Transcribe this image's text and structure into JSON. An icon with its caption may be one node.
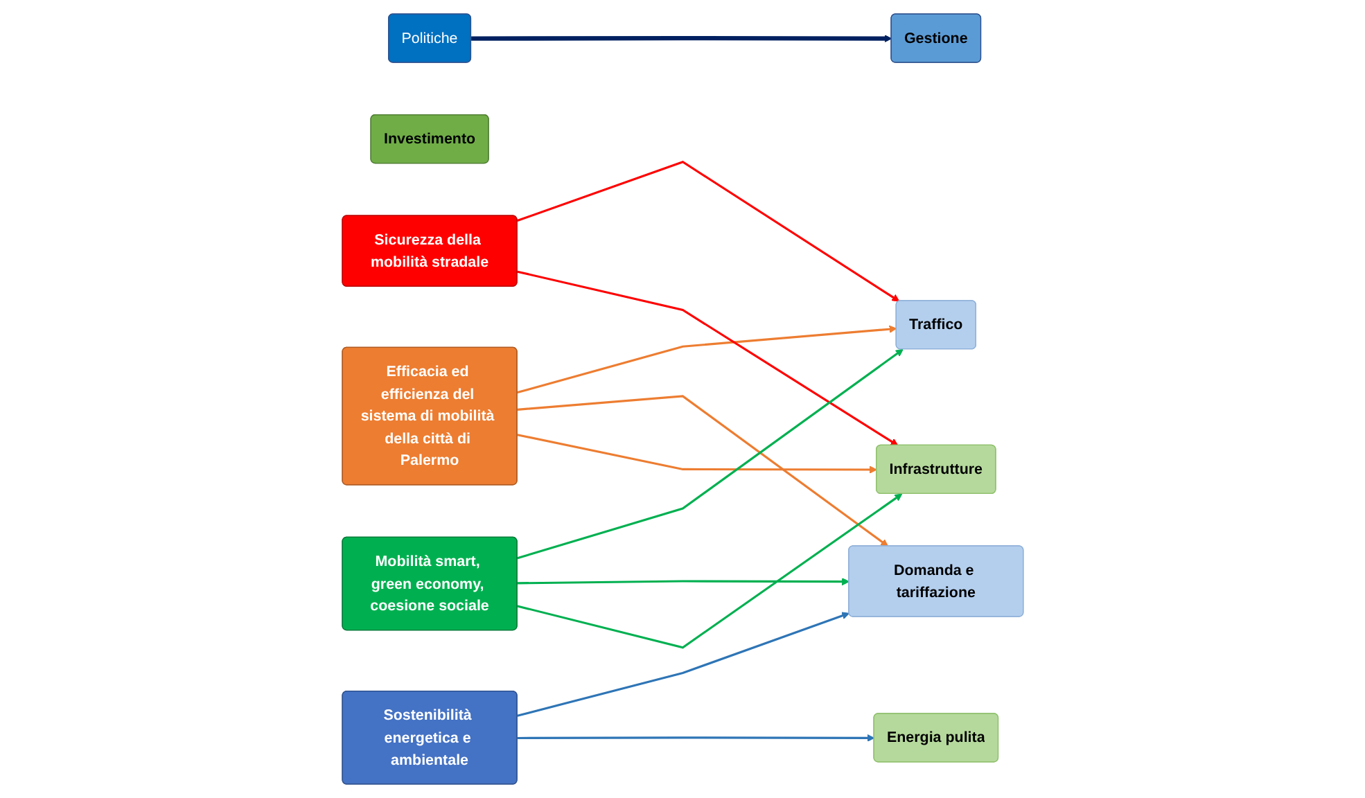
{
  "diagram": {
    "nodes": [
      {
        "text": [
          "Politiche"
        ]
      },
      {
        "text": [
          "Gestione"
        ]
      },
      {
        "text": [
          "Traffico"
        ]
      },
      {
        "text": [
          "Domanda e tariffazione"
        ]
      },
      {
        "text": [
          "Investimento"
        ]
      },
      {
        "text": [
          "Infrastrutture"
        ]
      },
      {
        "text": [
          "Energia pulita"
        ]
      },
      {
        "text": [
          "Efficacia ed efficienza del sistema di mobilità della città di Palermo"
        ]
      },
      {
        "text": [
          "Sostenibilità energetica e ambientale"
        ]
      },
      {
        "text": [
          "Sicurezza della mobilità stradale"
        ]
      },
      {
        "text": [
          "Mobilità smart, green economy, coesione sociale"
        ]
      }
    ],
    "edges": [
      {
        "from": 0,
        "to": 1,
        "arrow": "to",
        "style": "thick",
        "color": "#002060"
      },
      {
        "from": 7,
        "to": 2,
        "arrow": "to",
        "color": "#ed7d31"
      },
      {
        "from": 7,
        "to": 3,
        "arrow": "to",
        "color": "#ed7d31"
      },
      {
        "from": 7,
        "to": 5,
        "arrow": "to",
        "color": "#ed7d31"
      },
      {
        "from": 8,
        "to": 3,
        "arrow": "to",
        "color": "#2e75b6"
      },
      {
        "from": 8,
        "to": 6,
        "arrow": "to",
        "color": "#2e75b6"
      },
      {
        "from": 9,
        "to": 2,
        "arrow": "to",
        "color": "#ff0000"
      },
      {
        "from": 9,
        "to": 5,
        "arrow": "to",
        "color": "#ff0000"
      },
      {
        "from": 10,
        "to": 2,
        "arrow": "to",
        "color": "#00b050"
      },
      {
        "from": 10,
        "to": 3,
        "arrow": "to",
        "color": "#00b050"
      },
      {
        "from": 10,
        "to": 5,
        "arrow": "to",
        "color": "#00b050"
      }
    ]
  }
}
